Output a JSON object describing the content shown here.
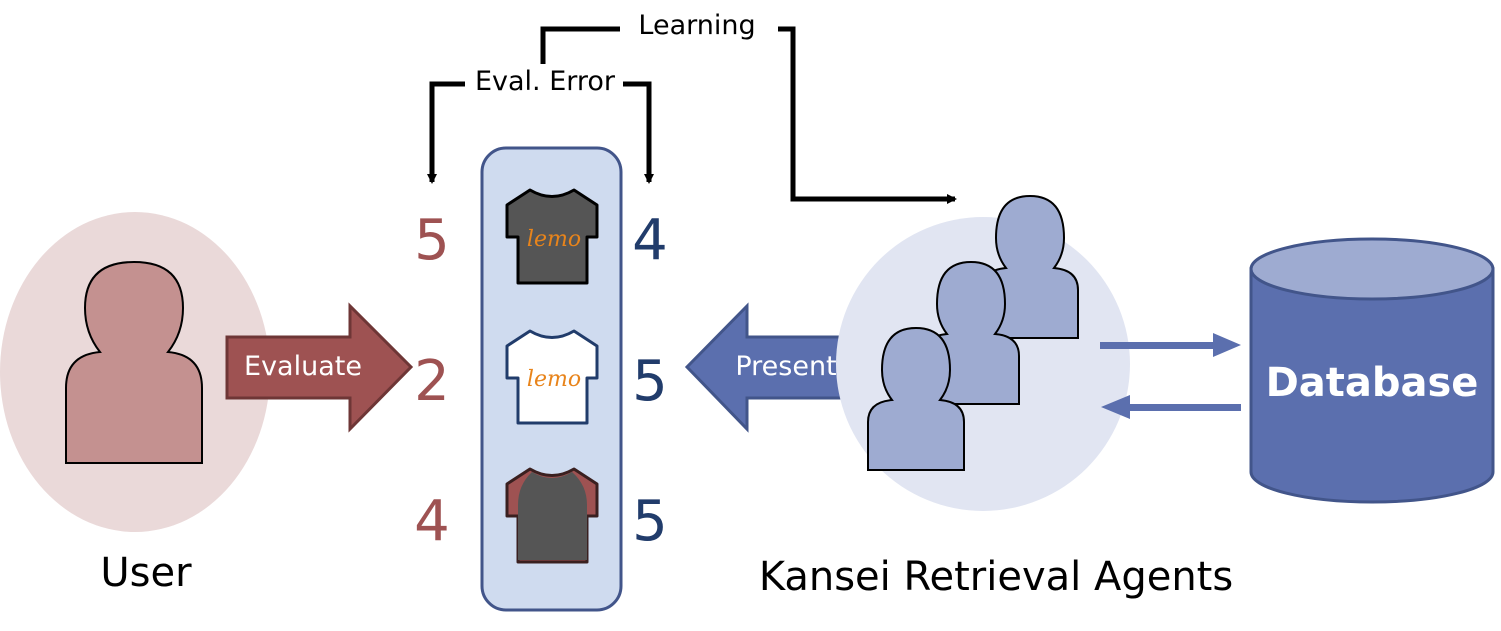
{
  "labels": {
    "user": "User",
    "agents": "Kansei Retrieval Agents",
    "database": "Database",
    "evaluate": "Evaluate",
    "present": "Present",
    "learning": "Learning",
    "eval_error": "Eval. Error"
  },
  "items": [
    {
      "user_score": "5",
      "agent_score": "4",
      "shirt": "dark-tshirt",
      "logo": "lemo"
    },
    {
      "user_score": "2",
      "agent_score": "5",
      "shirt": "white-tshirt",
      "logo": "lemo"
    },
    {
      "user_score": "4",
      "agent_score": "5",
      "shirt": "raglan-tshirt"
    }
  ],
  "colors": {
    "user_red": "#9e5252",
    "user_bg": "#ead9d9",
    "user_icon": "#c49190",
    "agent_blue": "#5b6fae",
    "agent_light": "#9eabd1",
    "agent_bg": "#e1e5f2",
    "score_blue": "#213c6b",
    "panel_fill": "#cfdbef",
    "panel_stroke": "#42558a",
    "logo_orange": "#e8841b"
  }
}
